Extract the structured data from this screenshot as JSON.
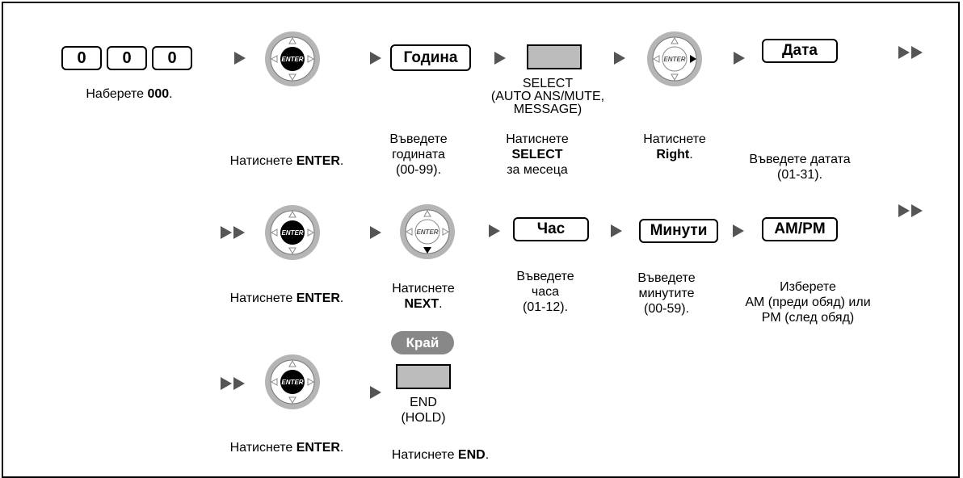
{
  "digits": [
    "0",
    "0",
    "0"
  ],
  "labels": {
    "dial_000_prefix": "Наберете ",
    "dial_000_bold": "000",
    "dial_000_suffix": ".",
    "press_enter_prefix": "Натиснете ",
    "enter": "ENTER",
    "period": ".",
    "enter_year_line1": "Въведете",
    "enter_year_line2": "годината",
    "enter_year_line3": "(00-99).",
    "select_caption_line1": "SELECT",
    "select_caption_line2": "(AUTO ANS/MUTE,",
    "select_caption_line3": "MESSAGE)",
    "press_select_line1": "Натиснете",
    "press_select_line2": "SELECT",
    "press_select_line3": "за месеца",
    "press_right_line1": "Натиснете",
    "press_right_line2": "Right",
    "enter_date_line1": "Въведете датата",
    "enter_date_line2": "(01-31).",
    "press_next_line1": "Натиснете",
    "press_next_line2": "NEXT",
    "enter_hour_line1": "Въведете",
    "enter_hour_line2": "часа",
    "enter_hour_line3": "(01-12).",
    "enter_min_line1": "Въведете",
    "enter_min_line2": "минутите",
    "enter_min_line3": "(00-59).",
    "ampm_line1": "Изберете",
    "ampm_line2": "AM (преди обяд) или",
    "ampm_line3": "PM (след обяд)",
    "end_caption_line1": "END",
    "end_caption_line2": "(HOLD)",
    "press_end_prefix": "Натиснете ",
    "end": "END"
  },
  "keys": {
    "year": "Година",
    "date": "Дата",
    "hour": "Час",
    "minutes": "Минути",
    "ampm": "AM/PM",
    "end_pill": "Край"
  },
  "nav_center": "ENTER",
  "colors": {
    "enter_black": "#000000",
    "ring_grey": "#b5b5b5",
    "arrow_grey": "#555555",
    "button_grey": "#bcbcbc",
    "pill_grey": "#888888"
  }
}
